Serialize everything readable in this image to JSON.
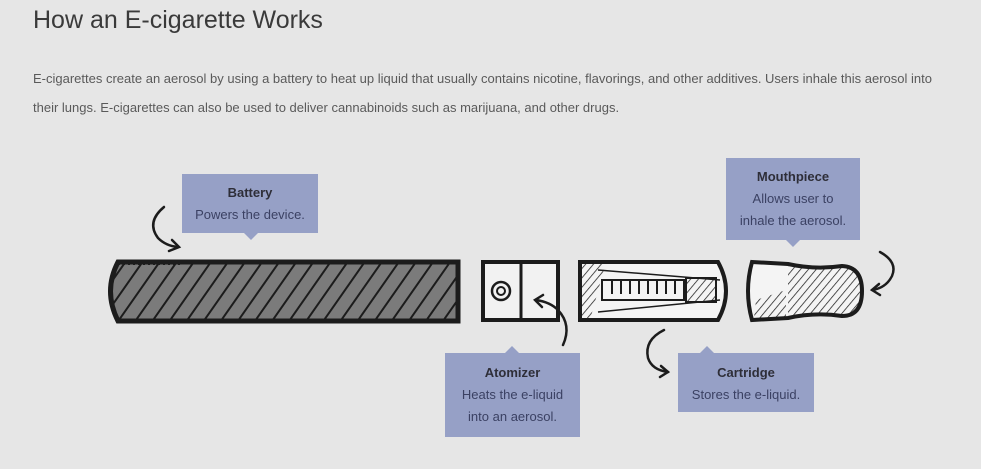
{
  "page": {
    "title": "How an E-cigarette Works",
    "intro": "E-cigarettes create an aerosol by using a battery to heat up liquid that usually contains nicotine, flavorings, and other additives. Users inhale this aerosol into their lungs. E-cigarettes can also be used to deliver cannabinoids such as marijuana, and other drugs."
  },
  "callouts": {
    "battery": {
      "title": "Battery",
      "desc": "Powers the device."
    },
    "mouthpiece": {
      "title": "Mouthpiece",
      "desc": "Allows user to inhale the aerosol."
    },
    "atomizer": {
      "title": "Atomizer",
      "desc": "Heats the e-liquid into an aerosol."
    },
    "cartridge": {
      "title": "Cartridge",
      "desc": "Stores the e-liquid."
    }
  },
  "colors": {
    "background": "#e6e6e6",
    "callout": "#96a0c6",
    "ink": "#1c1c1c",
    "hatch_fill": "#7a7a7a"
  }
}
